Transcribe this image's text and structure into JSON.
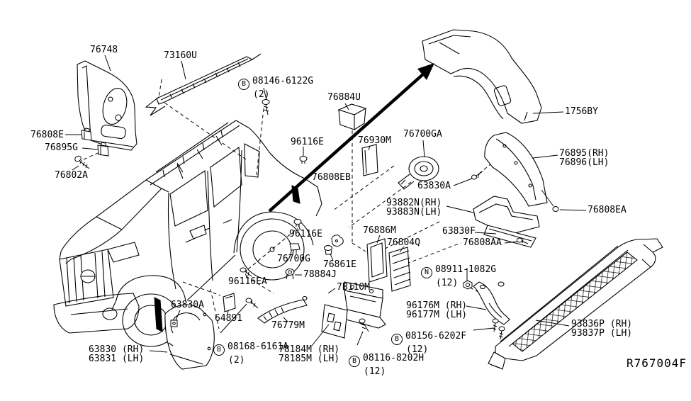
{
  "figure": {
    "ref_code": "R767004F",
    "colors": {
      "line": "#000000",
      "background": "#ffffff"
    },
    "labels": {
      "l76748": {
        "text": "76748"
      },
      "l73160U": {
        "text": "73160U"
      },
      "b08146": {
        "sym": "B",
        "text": "08146-6122G",
        "qty": "(2)"
      },
      "l76884U": {
        "text": "76884U"
      },
      "l76700GA": {
        "text": "76700GA"
      },
      "l1756BY": {
        "text": "1756BY"
      },
      "l76808E": {
        "text": "76808E"
      },
      "l76895G": {
        "text": "76895G"
      },
      "l96116E_top": {
        "text": "96116E"
      },
      "l76930M": {
        "text": "76930M"
      },
      "l76802A": {
        "text": "76802A"
      },
      "l76808EB": {
        "text": "76808EB"
      },
      "l76895": {
        "text": "76895(RH)\n76896(LH)"
      },
      "l63830A_rear": {
        "text": "63830A"
      },
      "l93882N": {
        "text": "93882N(RH)\n93883N(LH)"
      },
      "l76808EA": {
        "text": "76808EA"
      },
      "l96116E_low": {
        "text": "96116E"
      },
      "l76886M": {
        "text": "76886M"
      },
      "l63830F": {
        "text": "63830F"
      },
      "l76804Q": {
        "text": "76804Q"
      },
      "l76808AA": {
        "text": "76808AA"
      },
      "l76700G": {
        "text": "76700G"
      },
      "l76861E": {
        "text": "76861E"
      },
      "n08911": {
        "sym": "N",
        "text": "08911-1082G",
        "qty": "(12)"
      },
      "l78884J": {
        "text": "78884J"
      },
      "l96116EA": {
        "text": "96116EA"
      },
      "l7B110M": {
        "text": "7B110M"
      },
      "l63830A_front": {
        "text": "63830A"
      },
      "l64891": {
        "text": "64891"
      },
      "l76779M": {
        "text": "76779M"
      },
      "l96176M": {
        "text": "96176M (RH)\n96177M (LH)"
      },
      "b08156": {
        "sym": "B",
        "text": "08156-6202F",
        "qty": "(12)"
      },
      "l93836P": {
        "text": "93836P (RH)\n93837P (LH)"
      },
      "b08168": {
        "sym": "B",
        "text": "08168-6161A",
        "qty": "(2)"
      },
      "l78184M": {
        "text": "78184M (RH)\n78185M (LH)"
      },
      "b08116": {
        "sym": "B",
        "text": "08116-8202H",
        "qty": "(12)"
      },
      "l63830": {
        "text": "63830 (RH)\n63831 (LH)"
      }
    }
  }
}
